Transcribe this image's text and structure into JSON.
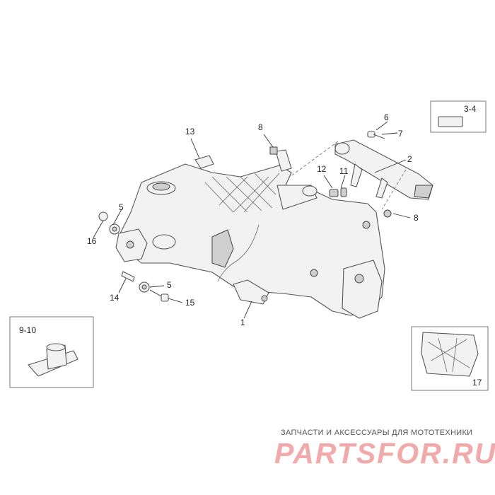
{
  "diagram": {
    "callouts": [
      {
        "id": "c1",
        "label": "1"
      },
      {
        "id": "c2",
        "label": "2"
      },
      {
        "id": "c34",
        "label": "3-4"
      },
      {
        "id": "c5a",
        "label": "5"
      },
      {
        "id": "c5b",
        "label": "5"
      },
      {
        "id": "c6",
        "label": "6"
      },
      {
        "id": "c7",
        "label": "7"
      },
      {
        "id": "c8a",
        "label": "8"
      },
      {
        "id": "c8b",
        "label": "8"
      },
      {
        "id": "c910",
        "label": "9-10"
      },
      {
        "id": "c11",
        "label": "11"
      },
      {
        "id": "c12",
        "label": "12"
      },
      {
        "id": "c13",
        "label": "13"
      },
      {
        "id": "c14",
        "label": "14"
      },
      {
        "id": "c15",
        "label": "15"
      },
      {
        "id": "c16",
        "label": "16"
      },
      {
        "id": "c17",
        "label": "17"
      }
    ]
  },
  "watermark": {
    "tagline": "ЗАПЧАСТИ И АКСЕССУАРЫ ДЛЯ МОТОТЕХНИКИ",
    "logo": "PARTSFOR.RU"
  }
}
